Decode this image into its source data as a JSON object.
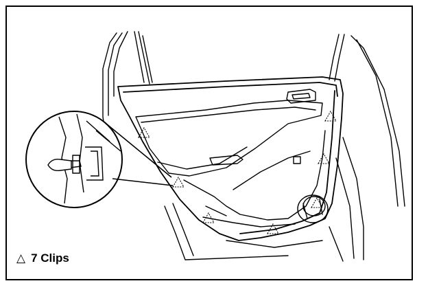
{
  "legend": {
    "symbol": "△",
    "text": "7 Clips"
  },
  "colors": {
    "line": "#000000",
    "background": "#ffffff"
  },
  "clip_count": 7,
  "icons": [
    "clip-marker-triangle-icon",
    "clip-detail-magnifier"
  ]
}
